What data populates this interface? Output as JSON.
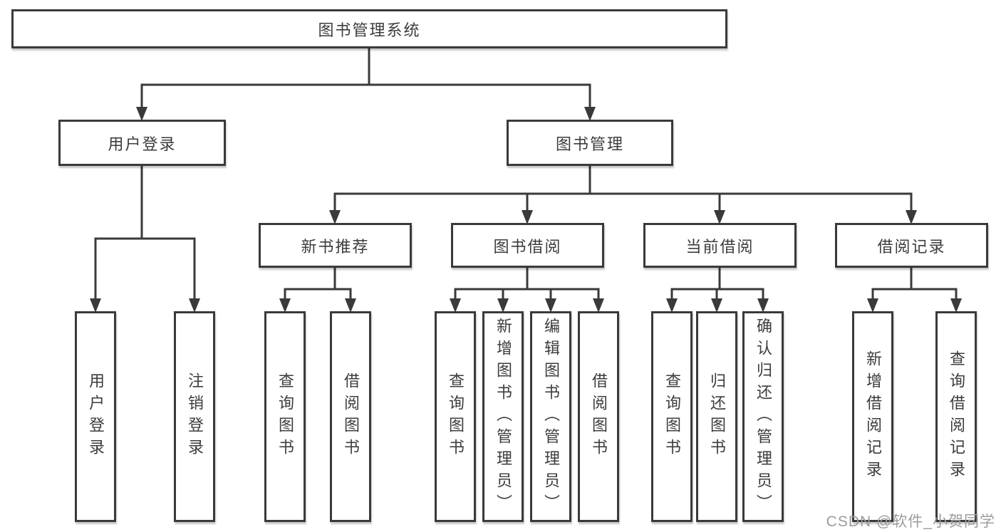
{
  "tree": {
    "label": "图书管理系统",
    "children": [
      {
        "label": "用户登录",
        "children": [
          {
            "label": "用户登录"
          },
          {
            "label": "注销登录"
          }
        ]
      },
      {
        "label": "图书管理",
        "children": [
          {
            "label": "新书推荐",
            "children": [
              {
                "label": "查询图书"
              },
              {
                "label": "借阅图书"
              }
            ]
          },
          {
            "label": "图书借阅",
            "children": [
              {
                "label": "查询图书"
              },
              {
                "label": "新增图书（管理员）"
              },
              {
                "label": "编辑图书（管理员）"
              },
              {
                "label": "借阅图书"
              }
            ]
          },
          {
            "label": "当前借阅",
            "children": [
              {
                "label": "查询图书"
              },
              {
                "label": "归还图书"
              },
              {
                "label": "确认归还（管理员）"
              }
            ]
          },
          {
            "label": "借阅记录",
            "children": [
              {
                "label": "新增借阅记录"
              },
              {
                "label": "查询借阅记录"
              }
            ]
          }
        ]
      }
    ]
  },
  "watermark": {
    "text": "CSDN @软件_小贺同学"
  },
  "colors": {
    "line": "#3a3a3a",
    "box_border": "#3a3a3a",
    "text": "#3c3c3c",
    "watermark": "#9c9c9c",
    "background": "#ffffff"
  }
}
